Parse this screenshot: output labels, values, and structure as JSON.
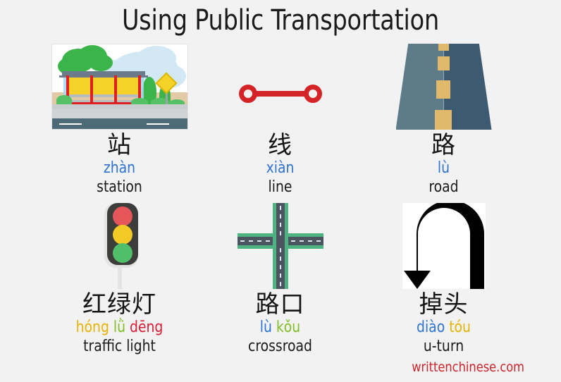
{
  "header": {
    "title": "Using Public Transportation"
  },
  "colors": {
    "background": "#f2f2f2",
    "pinyin_default_blue": "#2f74d0",
    "tone1_red": "#d91e37",
    "tone2_gold": "#e8b207",
    "tone3_green": "#84bd2a",
    "tone4_blue": "#2f74d0",
    "text_black": "#1b1b1b",
    "watermark_red": "#cc2229",
    "line_icon_red": "#d42427",
    "road_left": "#5d7b88",
    "road_right": "#3c5a72",
    "road_dash": "#e0b96a",
    "crossroad_green": "#4db380",
    "crossroad_asphalt": "#4b5560",
    "traffic_red": "#e4565a",
    "traffic_yellow": "#f2c925",
    "traffic_green": "#51bf6a",
    "shelter_yellow": "#f5d227",
    "shelter_roof": "#6b7b8a",
    "shelter_post_red": "#e02020"
  },
  "entries": [
    {
      "icon": "bus-stop-illustration",
      "hanzi": "站",
      "pinyin_parts": [
        {
          "text": "zhàn",
          "color": "#2f74d0"
        }
      ],
      "english": "station"
    },
    {
      "icon": "subway-line-icon",
      "hanzi": "线",
      "pinyin_parts": [
        {
          "text": "xiàn",
          "color": "#2f74d0"
        }
      ],
      "english": "line"
    },
    {
      "icon": "road-perspective-icon",
      "hanzi": "路",
      "pinyin_parts": [
        {
          "text": "lù",
          "color": "#2f74d0"
        }
      ],
      "english": "road"
    },
    {
      "icon": "traffic-light-icon",
      "hanzi": "红绿灯",
      "pinyin_parts": [
        {
          "text": "hóng",
          "color": "#e8b207"
        },
        {
          "text": " ",
          "color": "#1b1b1b"
        },
        {
          "text": "lǜ",
          "color": "#84bd2a"
        },
        {
          "text": " ",
          "color": "#1b1b1b"
        },
        {
          "text": "dēng",
          "color": "#d91e37"
        }
      ],
      "english": "traffic light"
    },
    {
      "icon": "crossroad-icon",
      "hanzi": "路口",
      "pinyin_parts": [
        {
          "text": "lù",
          "color": "#2f74d0"
        },
        {
          "text": " ",
          "color": "#1b1b1b"
        },
        {
          "text": "kǒu",
          "color": "#84bd2a"
        }
      ],
      "english": "crossroad"
    },
    {
      "icon": "u-turn-arrow-icon",
      "hanzi": "掉头",
      "pinyin_parts": [
        {
          "text": "diào",
          "color": "#2f74d0"
        },
        {
          "text": " ",
          "color": "#1b1b1b"
        },
        {
          "text": "tóu",
          "color": "#e8b207"
        }
      ],
      "english": "u-turn"
    }
  ],
  "footer": {
    "watermark": "writtenchinese.com"
  }
}
